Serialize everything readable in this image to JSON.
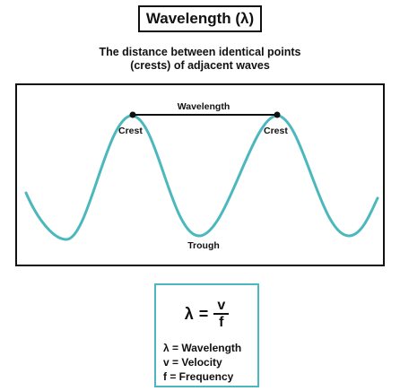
{
  "title": "Wavelength (λ)",
  "subtitle_line1": "The distance between identical points",
  "subtitle_line2": "(crests) of adjacent waves",
  "diagram": {
    "wavelength_label": "Wavelength",
    "crest_label_1": "Crest",
    "crest_label_2": "Crest",
    "trough_label": "Trough",
    "wave_color": "#4ab8bd"
  },
  "formula": {
    "lhs": "λ",
    "equals": "=",
    "numerator": "v",
    "denominator": "f",
    "box_color": "#4ab8bd"
  },
  "legend": {
    "line1": "λ = Wavelength",
    "line2": "v = Velocity",
    "line3": "f = Frequency"
  }
}
